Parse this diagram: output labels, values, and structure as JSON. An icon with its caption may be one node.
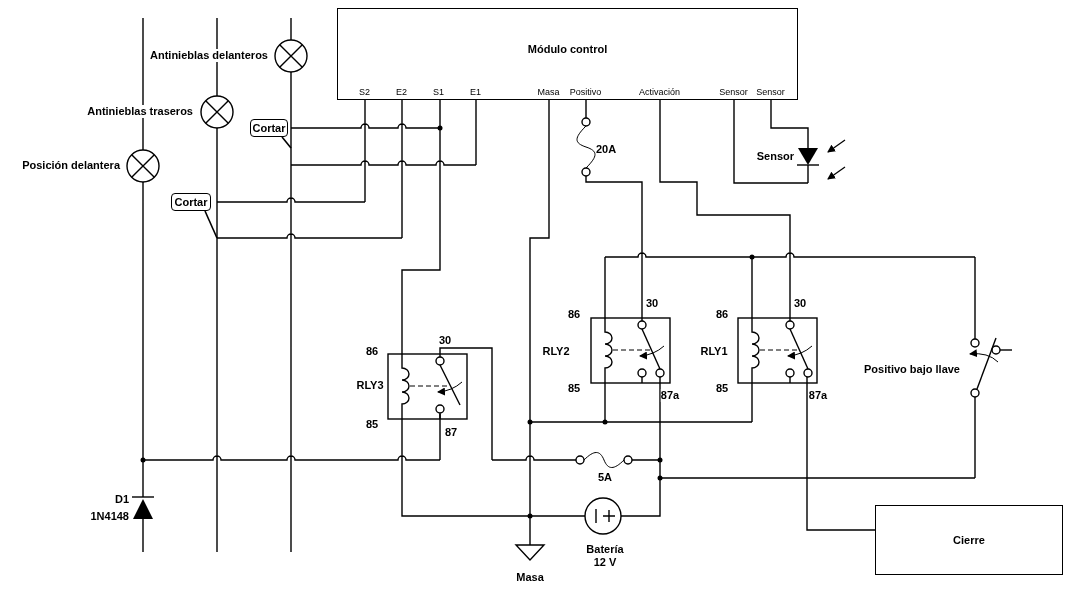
{
  "diagram": {
    "nodes": [
      {
        "text": [
          "Módulo control",
          "S2",
          "E2",
          "S1",
          "E1",
          "Masa",
          "Positivo",
          "Activación",
          "Sensor",
          "Sensor"
        ]
      },
      {
        "text": [
          "Cortar"
        ]
      },
      {
        "text": [
          "Cortar"
        ]
      },
      {
        "text": [
          "Cierre"
        ]
      }
    ],
    "edges": [
      {
        "from": 1,
        "to": null,
        "arrow": "none"
      },
      {
        "from": 2,
        "to": null,
        "arrow": "none"
      }
    ],
    "labels": [
      "Antinieblas delanteros",
      "Antinieblas traseros",
      "Posición delantera",
      "20A",
      "Sensor",
      "86",
      "30",
      "86",
      "30",
      "30",
      "86",
      "RLY2",
      "RLY1",
      "Positivo bajo llave",
      "RLY3",
      "85",
      "85",
      "87a",
      "87a",
      "85",
      "87",
      "5A",
      "D1",
      "1N4148",
      "Batería 12 V",
      "Masa"
    ]
  }
}
